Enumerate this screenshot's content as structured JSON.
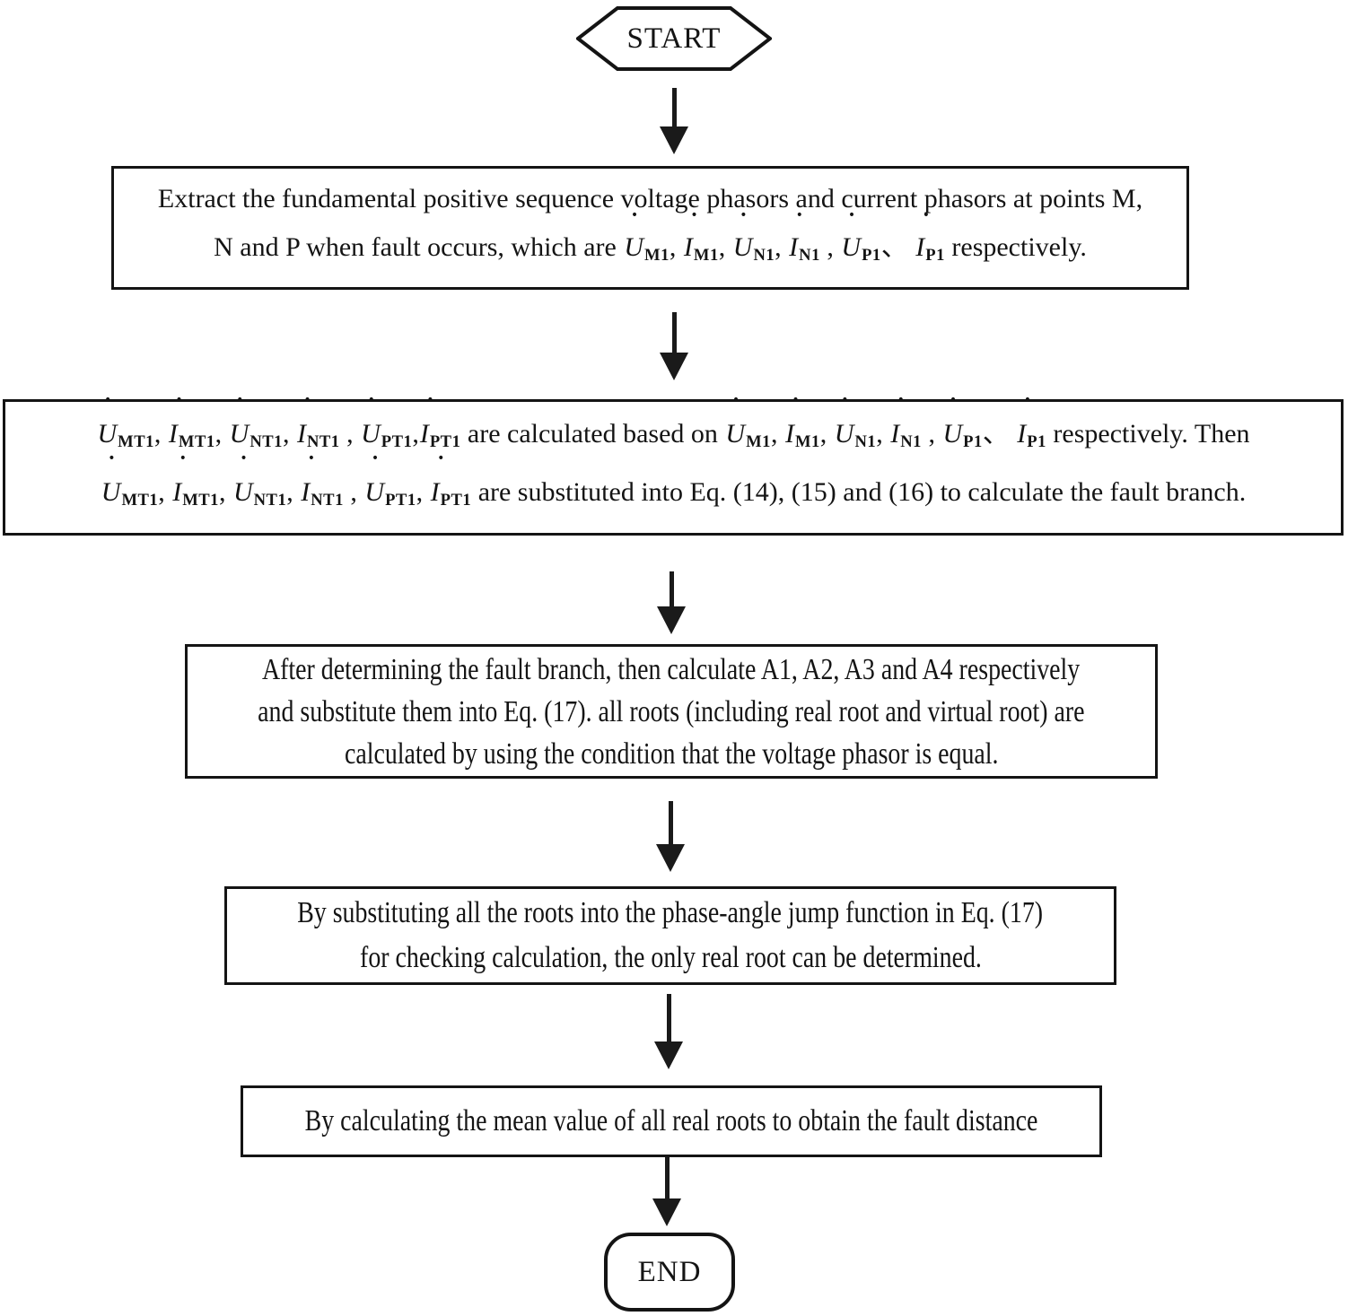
{
  "notation": {
    "overdot": "˙"
  },
  "flowchart": {
    "start": {
      "label": "START"
    },
    "end": {
      "label": "END"
    },
    "steps": [
      {
        "name": "extract-phasors",
        "lines": [
          [
            {
              "t": "tx",
              "v": "Extract the fundamental positive sequence voltage phasors and current phasors at points M,"
            }
          ],
          [
            {
              "t": "tx",
              "v": "N and P when fault occurs, which are "
            },
            {
              "t": "ph",
              "sym": "U",
              "sub": "M1"
            },
            {
              "t": "tx",
              "v": ",  "
            },
            {
              "t": "ph",
              "sym": "I",
              "sub": "M1"
            },
            {
              "t": "tx",
              "v": ",  "
            },
            {
              "t": "ph",
              "sym": "U",
              "sub": "N1"
            },
            {
              "t": "tx",
              "v": ",  "
            },
            {
              "t": "ph",
              "sym": "I",
              "sub": "N1"
            },
            {
              "t": "tx",
              "v": "  ,  "
            },
            {
              "t": "ph",
              "sym": "U",
              "sub": "P1"
            },
            {
              "t": "tx",
              "v": "、 "
            },
            {
              "t": "ph",
              "sym": "I",
              "sub": "P1"
            },
            {
              "t": "tx",
              "v": "  respectively."
            }
          ]
        ]
      },
      {
        "name": "calculate-compensated-phasors-and-fault-branch",
        "lines": [
          [
            {
              "t": "ph",
              "sym": "U",
              "sub": "MT1"
            },
            {
              "t": "tx",
              "v": ",  "
            },
            {
              "t": "ph",
              "sym": "I",
              "sub": "MT1"
            },
            {
              "t": "tx",
              "v": ",  "
            },
            {
              "t": "ph",
              "sym": "U",
              "sub": "NT1"
            },
            {
              "t": "tx",
              "v": ",  "
            },
            {
              "t": "ph",
              "sym": "I",
              "sub": "NT1"
            },
            {
              "t": "tx",
              "v": "  ,  "
            },
            {
              "t": "ph",
              "sym": "U",
              "sub": "PT1"
            },
            {
              "t": "tx",
              "v": ","
            },
            {
              "t": "ph",
              "sym": "I",
              "sub": "PT1"
            },
            {
              "t": "tx",
              "v": "  are calculated based on   "
            },
            {
              "t": "ph",
              "sym": "U",
              "sub": "M1"
            },
            {
              "t": "tx",
              "v": ",  "
            },
            {
              "t": "ph",
              "sym": "I",
              "sub": "M1"
            },
            {
              "t": "tx",
              "v": ",  "
            },
            {
              "t": "ph",
              "sym": "U",
              "sub": "N1"
            },
            {
              "t": "tx",
              "v": ",  "
            },
            {
              "t": "ph",
              "sym": "I",
              "sub": "N1"
            },
            {
              "t": "tx",
              "v": "  ,  "
            },
            {
              "t": "ph",
              "sym": "U",
              "sub": "P1"
            },
            {
              "t": "tx",
              "v": "、 "
            },
            {
              "t": "ph",
              "sym": "I",
              "sub": "P1"
            },
            {
              "t": "tx",
              "v": "  respectively. Then"
            }
          ],
          [
            {
              "t": "ph",
              "sym": "U",
              "sub": "MT1"
            },
            {
              "t": "tx",
              "v": ",  "
            },
            {
              "t": "ph",
              "sym": "I",
              "sub": "MT1"
            },
            {
              "t": "tx",
              "v": ",  "
            },
            {
              "t": "ph",
              "sym": "U",
              "sub": "NT1"
            },
            {
              "t": "tx",
              "v": ",  "
            },
            {
              "t": "ph",
              "sym": "I",
              "sub": "NT1"
            },
            {
              "t": "tx",
              "v": "  ,  "
            },
            {
              "t": "ph",
              "sym": "U",
              "sub": "PT1"
            },
            {
              "t": "tx",
              "v": ", "
            },
            {
              "t": "ph",
              "sym": "I",
              "sub": "PT1"
            },
            {
              "t": "tx",
              "v": " are substituted into Eq. (14), (15) and (16) to calculate the fault branch."
            }
          ]
        ]
      },
      {
        "name": "calculate-all-roots",
        "lines": [
          [
            {
              "t": "tx",
              "v": "After determining the fault branch, then calculate A1, A2, A3 and A4 respectively"
            }
          ],
          [
            {
              "t": "tx",
              "v": "and substitute them into Eq. (17). all roots (including real root and virtual root) are"
            }
          ],
          [
            {
              "t": "tx",
              "v": "calculated by using the condition that the voltage phasor is equal."
            }
          ]
        ]
      },
      {
        "name": "determine-only-real-root",
        "lines": [
          [
            {
              "t": "tx",
              "v": "By substituting all the roots into the phase-angle jump function in Eq. (17)"
            }
          ],
          [
            {
              "t": "tx",
              "v": "for checking calculation, the only real root can be determined."
            }
          ]
        ]
      },
      {
        "name": "mean-value-fault-distance",
        "lines": [
          [
            {
              "t": "tx",
              "v": "By calculating the mean value of all real roots to obtain the fault distance"
            }
          ]
        ]
      }
    ]
  }
}
